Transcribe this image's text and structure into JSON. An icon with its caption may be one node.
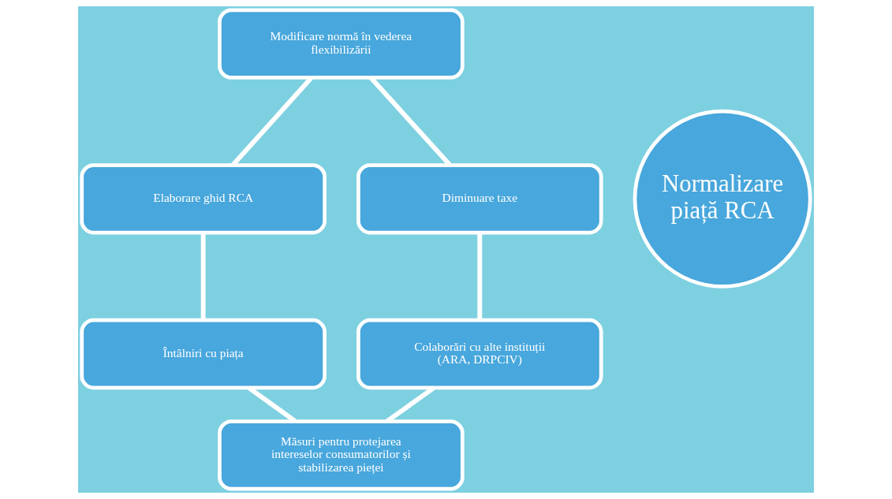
{
  "diagram": {
    "nodes": [
      {
        "text": [
          "Modificare normă în vederea flexibilizării"
        ]
      },
      {
        "text": [
          "Elaborare ghid RCA"
        ]
      },
      {
        "text": [
          "Normalizare piață RCA"
        ]
      },
      {
        "text": [
          "Diminuare taxe"
        ]
      },
      {
        "text": [
          "Întâlniri cu piața"
        ]
      },
      {
        "text": [
          "Colaborări cu alte instituții (ARA, DRPCIV)"
        ]
      },
      {
        "text": [
          "Măsuri pentru protejarea intereselor consumatorilor și stabilizarea pieței"
        ]
      }
    ],
    "edges": [
      {
        "from": 0,
        "to": 1,
        "arrow": "none"
      },
      {
        "from": 0,
        "to": 3,
        "arrow": "none"
      },
      {
        "from": 1,
        "to": 4,
        "arrow": "none"
      },
      {
        "from": 3,
        "to": 5,
        "arrow": "none"
      },
      {
        "from": 4,
        "to": 6,
        "arrow": "none"
      },
      {
        "from": 5,
        "to": 6,
        "arrow": "none"
      }
    ]
  }
}
